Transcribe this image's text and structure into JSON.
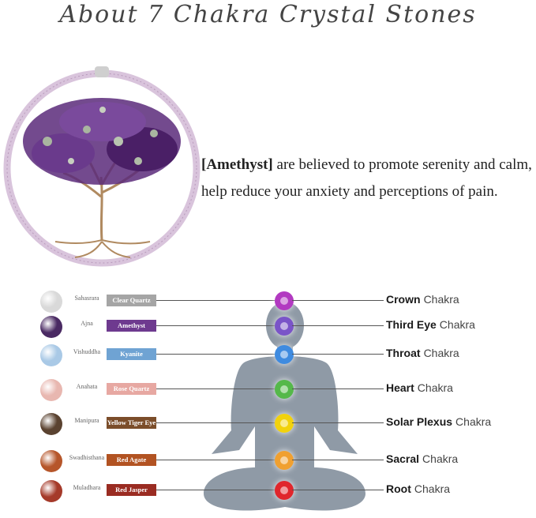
{
  "title": "About 7 Chakra Crystal Stones",
  "description": {
    "highlight": "[Amethyst]",
    "line1_rest": " are believed to promote serenity and calm,",
    "line2": "help reduce your anxiety and perceptions of pain."
  },
  "chakras": [
    {
      "sanskrit": "Sahasrara",
      "stone": "Clear Quartz",
      "label_color": "#a5a5a5",
      "stone_color": "#d9d9d9",
      "name_bold": "Crown",
      "name_suffix": "Chakra",
      "dot_color": "#b23ac1"
    },
    {
      "sanskrit": "Ajna",
      "stone": "Amethyst",
      "label_color": "#6e3a8f",
      "stone_color": "#4a2a63",
      "name_bold": "Third Eye",
      "name_suffix": "Chakra",
      "dot_color": "#7a54c8"
    },
    {
      "sanskrit": "Vishuddha",
      "stone": "Kyanite",
      "label_color": "#6fa3d3",
      "stone_color": "#a9c9e6",
      "name_bold": "Throat",
      "name_suffix": "Chakra",
      "dot_color": "#3f8be0"
    },
    {
      "sanskrit": "Anahata",
      "stone": "Rose Quartz",
      "label_color": "#e7a8a2",
      "stone_color": "#e8b7b0",
      "name_bold": "Heart",
      "name_suffix": "Chakra",
      "dot_color": "#55b84a"
    },
    {
      "sanskrit": "Manipura",
      "stone": "Yellow Tiger Eye",
      "label_color": "#7b4d2a",
      "stone_color": "#5a4230",
      "name_bold": "Solar Plexus",
      "name_suffix": "Chakra",
      "dot_color": "#f2d20d"
    },
    {
      "sanskrit": "Swadhisthana",
      "stone": "Red Agate",
      "label_color": "#b25322",
      "stone_color": "#b6562a",
      "name_bold": "Sacral",
      "name_suffix": "Chakra",
      "dot_color": "#f0a030"
    },
    {
      "sanskrit": "Muladhara",
      "stone": "Red Jasper",
      "label_color": "#9a2c22",
      "stone_color": "#a53a2a",
      "name_bold": "Root",
      "name_suffix": "Chakra",
      "dot_color": "#e0262c"
    }
  ]
}
